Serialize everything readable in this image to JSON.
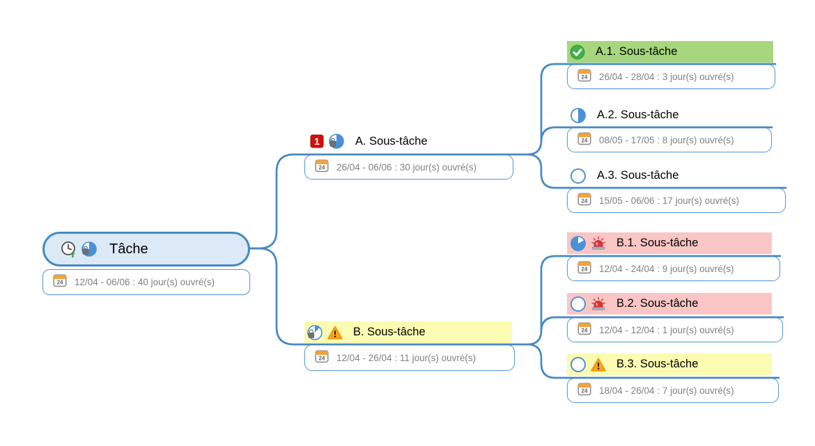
{
  "colors": {
    "edge": "#4589c5",
    "bubble_border": "#5b9bd5",
    "root_fill": "#dce9f7",
    "date_text": "#818181",
    "highlight_done_green": "#a6d77e",
    "highlight_alert_pink": "#f9c6c5",
    "highlight_warning_yellow": "#fbfbb2"
  },
  "icons": {
    "calendar_label": "24"
  },
  "root": {
    "label": "Tâche",
    "dates": "12/04 - 06/06 : 40 jour(s) ouvré(s)",
    "status_icons": [
      "clock-forward",
      "progress-75-locked"
    ]
  },
  "branch_a": {
    "label": "A. Sous-tâche",
    "priority": "1",
    "dates": "26/04 - 06/06 : 30 jour(s) ouvré(s)",
    "status_icons": [
      "priority-1",
      "progress-75-locked"
    ],
    "children": [
      {
        "label": "A.1. Sous-tâche",
        "dates": "26/04 - 28/04 : 3 jour(s) ouvré(s)",
        "status_icons": [
          "done-check"
        ],
        "highlight": "#a6d77e"
      },
      {
        "label": "A.2. Sous-tâche",
        "dates": "08/05 - 17/05 : 8 jour(s) ouvré(s)",
        "status_icons": [
          "progress-50"
        ],
        "highlight": ""
      },
      {
        "label": "A.3. Sous-tâche",
        "dates": "15/05 - 06/06 : 17 jour(s) ouvré(s)",
        "status_icons": [
          "progress-0"
        ],
        "highlight": ""
      }
    ]
  },
  "branch_b": {
    "label": "B. Sous-tâche",
    "dates": "12/04 - 26/04 : 11 jour(s) ouvré(s)",
    "status_icons": [
      "progress-25-locked",
      "warning"
    ],
    "highlight": "#fbfbb2",
    "children": [
      {
        "label": "B.1. Sous-tâche",
        "dates": "12/04 - 24/04 : 9 jour(s) ouvré(s)",
        "status_icons": [
          "progress-75",
          "alarm"
        ],
        "highlight": "#f9c6c5"
      },
      {
        "label": "B.2. Sous-tâche",
        "dates": "12/04 - 12/04 : 1 jour(s) ouvré(s)",
        "status_icons": [
          "progress-0",
          "alarm"
        ],
        "highlight": "#f9c6c5"
      },
      {
        "label": "B.3. Sous-tâche",
        "dates": "18/04 - 26/04 : 7 jour(s) ouvré(s)",
        "status_icons": [
          "progress-0",
          "warning"
        ],
        "highlight": "#fbfbb2"
      }
    ]
  }
}
